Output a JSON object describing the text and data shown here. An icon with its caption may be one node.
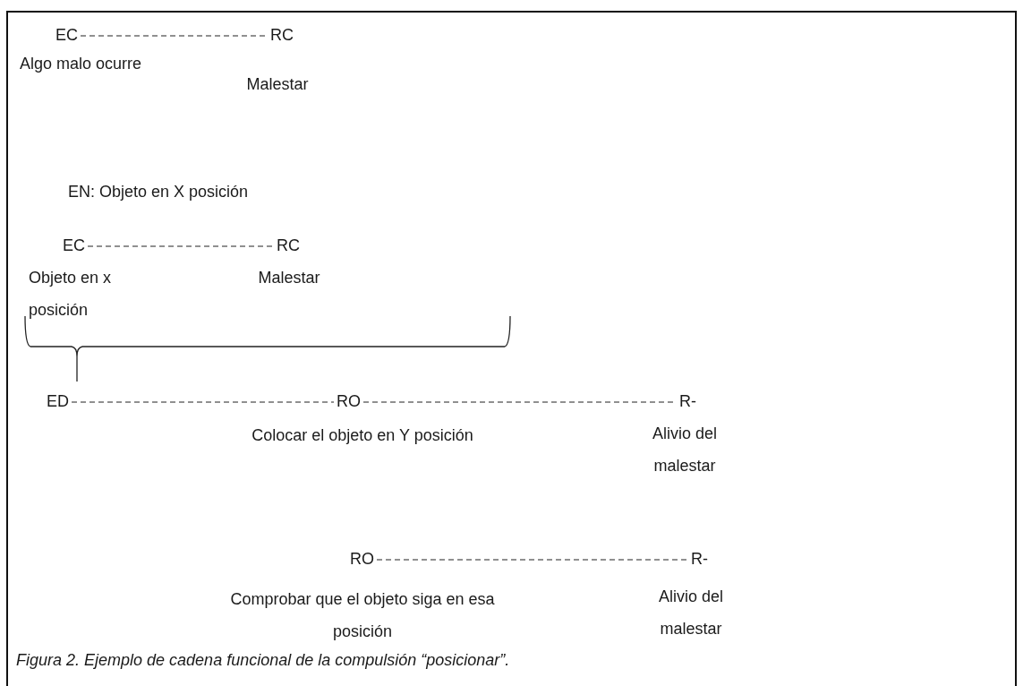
{
  "diagram": {
    "caption": "Figura 2. Ejemplo de cadena funcional de la compulsión “posicionar”.",
    "nodes": [
      {
        "text": [
          "EC"
        ]
      },
      {
        "text": [
          "RC"
        ]
      },
      {
        "text": [
          "EC"
        ]
      },
      {
        "text": [
          "RC"
        ]
      },
      {
        "text": [
          "ED"
        ]
      },
      {
        "text": [
          "RO"
        ]
      },
      {
        "text": [
          "R-"
        ]
      },
      {
        "text": [
          "RO"
        ]
      },
      {
        "text": [
          "R-"
        ]
      }
    ],
    "edges": [
      {
        "from": 0,
        "to": 1,
        "arrow": "none",
        "style": "dashed"
      },
      {
        "from": 2,
        "to": 3,
        "arrow": "none",
        "style": "dashed"
      },
      {
        "from": 4,
        "to": 5,
        "arrow": "none",
        "style": "dashed"
      },
      {
        "from": 5,
        "to": 6,
        "arrow": "none",
        "style": "dashed"
      },
      {
        "from": 7,
        "to": 8,
        "arrow": "none",
        "style": "dashed"
      }
    ],
    "labels": [
      "Algo malo ocurre",
      "Malestar",
      "EN: Objeto en X posición",
      "Objeto en x posición",
      "Malestar",
      "Colocar el objeto en Y posición",
      "Alivio del malestar",
      "Comprobar que el objeto siga en esa posición",
      "Alivio del malestar"
    ]
  }
}
